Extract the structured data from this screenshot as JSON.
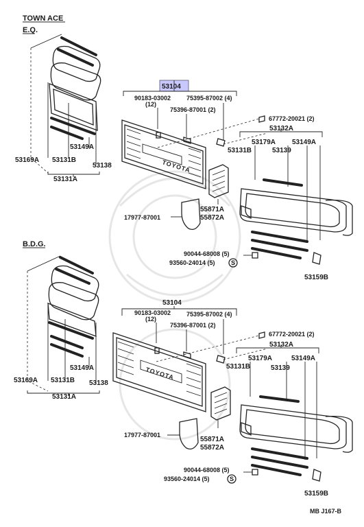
{
  "headers": {
    "town_ace": "TOWN ACE",
    "eq": "E.Q.",
    "bdg": "B.D.G."
  },
  "highlight_color": "#c8c8ff",
  "labels": {
    "p53104_top": "53104",
    "p90183_top": "90183-03002",
    "p12_top": "(12)",
    "p75395_top": "75395-87002 (4)",
    "p75396_top": "75396-87001 (2)",
    "p67772_top": "67772-20021 (2)",
    "p53132A_top": "53132A",
    "p53179A_top": "53179A",
    "p53149A_top_r": "53149A",
    "p53131B_top_r": "53131B",
    "p53139_top": "53139",
    "p53169A_top": "53169A",
    "p53131B_top_l": "53131B",
    "p53149A_top_l": "53149A",
    "p53138_top": "53138",
    "p53131A_top": "53131A",
    "p55871A_top": "55871A",
    "p55872A_top": "55872A",
    "p17977_top": "17977-87001",
    "p90044_top": "90044-68008 (5)",
    "p93560_top": "93560-24014 (5)",
    "p53159B_top": "53159B",
    "p53104_bot": "53104",
    "p90183_bot": "90183-03002",
    "p12_bot": "(12)",
    "p75395_bot": "75395-87002 (4)",
    "p75396_bot": "75396-87001 (2)",
    "p67772_bot": "67772-20021 (2)",
    "p53132A_bot": "53132A",
    "p53179A_bot": "53179A",
    "p53149A_bot_r": "53149A",
    "p53131B_bot_r": "53131B",
    "p53139_bot": "53139",
    "p53169A_bot": "53169A",
    "p53131B_bot_l": "53131B",
    "p53149A_bot_l": "53149A",
    "p53138_bot": "53138",
    "p53131A_bot": "53131A",
    "p55871A_bot": "55871A",
    "p55872A_bot": "55872A",
    "p17977_bot": "17977-87001",
    "p90044_bot": "90044-68008 (5)",
    "p93560_bot": "93560-24014 (5)",
    "p53159B_bot": "53159B",
    "footer_code": "MB J167-B"
  },
  "badge_text": {
    "top": "TOYOTA",
    "bottom": "TOYOTA"
  },
  "screw_symbol": "S"
}
